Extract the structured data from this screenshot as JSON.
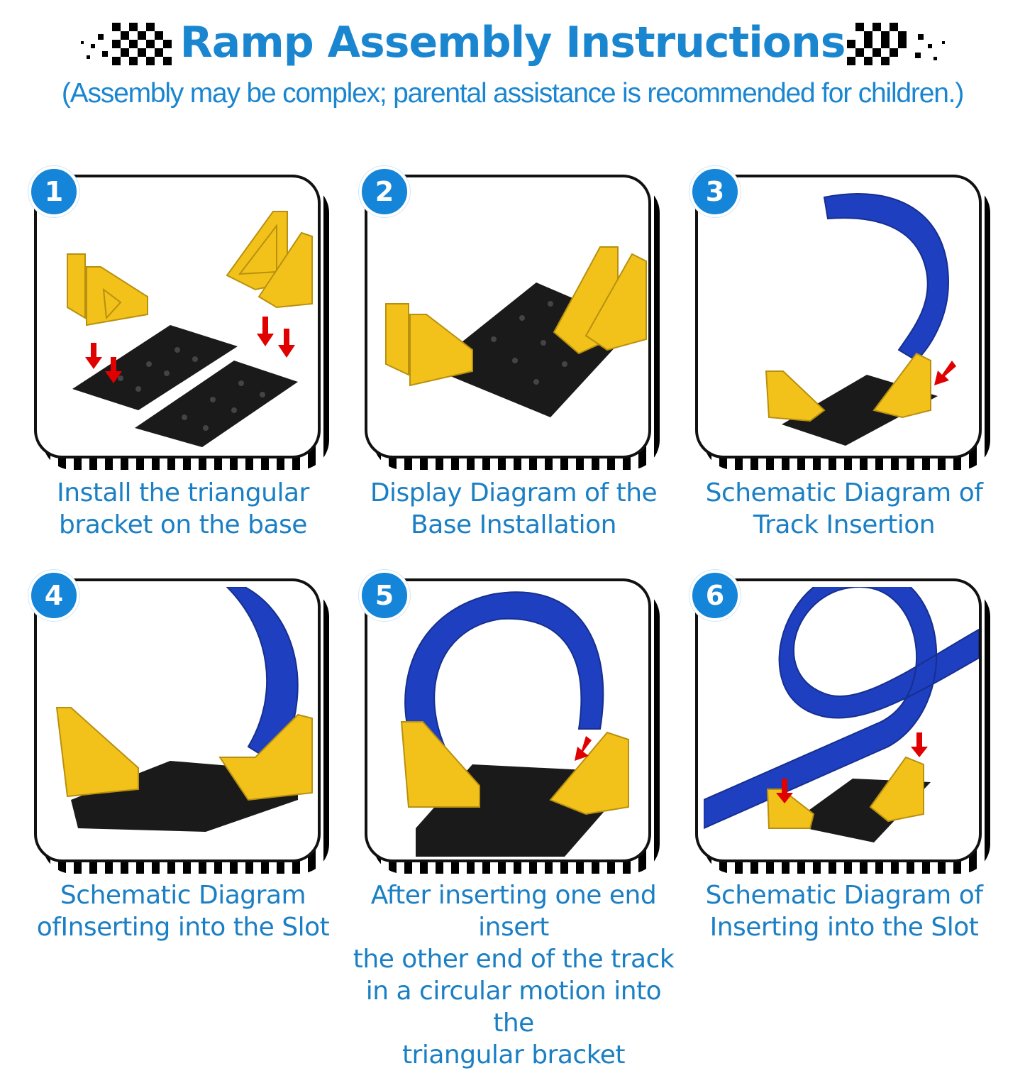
{
  "header": {
    "title": "Ramp Assembly Instructions",
    "subtitle": "(Assembly may be complex; parental assistance is recommended for children.)"
  },
  "colors": {
    "accent_blue": "#1a86d0",
    "track_blue": "#1e3fbf",
    "bracket_yellow": "#f2c21a",
    "base_black": "#1a1a1a",
    "arrow_red": "#e00000"
  },
  "steps": [
    {
      "number": "1",
      "caption_lines": [
        "Install the triangular",
        "bracket on the base"
      ]
    },
    {
      "number": "2",
      "caption_lines": [
        "Display Diagram of the",
        "Base Installation"
      ]
    },
    {
      "number": "3",
      "caption_lines": [
        "Schematic Diagram of",
        "Track Insertion"
      ]
    },
    {
      "number": "4",
      "caption_lines": [
        "Schematic Diagram",
        "ofInserting into the Slot"
      ]
    },
    {
      "number": "5",
      "caption_lines": [
        "After inserting one end insert",
        "the other end of the track",
        "in a circular motion into the",
        "triangular bracket"
      ]
    },
    {
      "number": "6",
      "caption_lines": [
        "Schematic Diagram of",
        "Inserting into the Slot"
      ]
    }
  ]
}
